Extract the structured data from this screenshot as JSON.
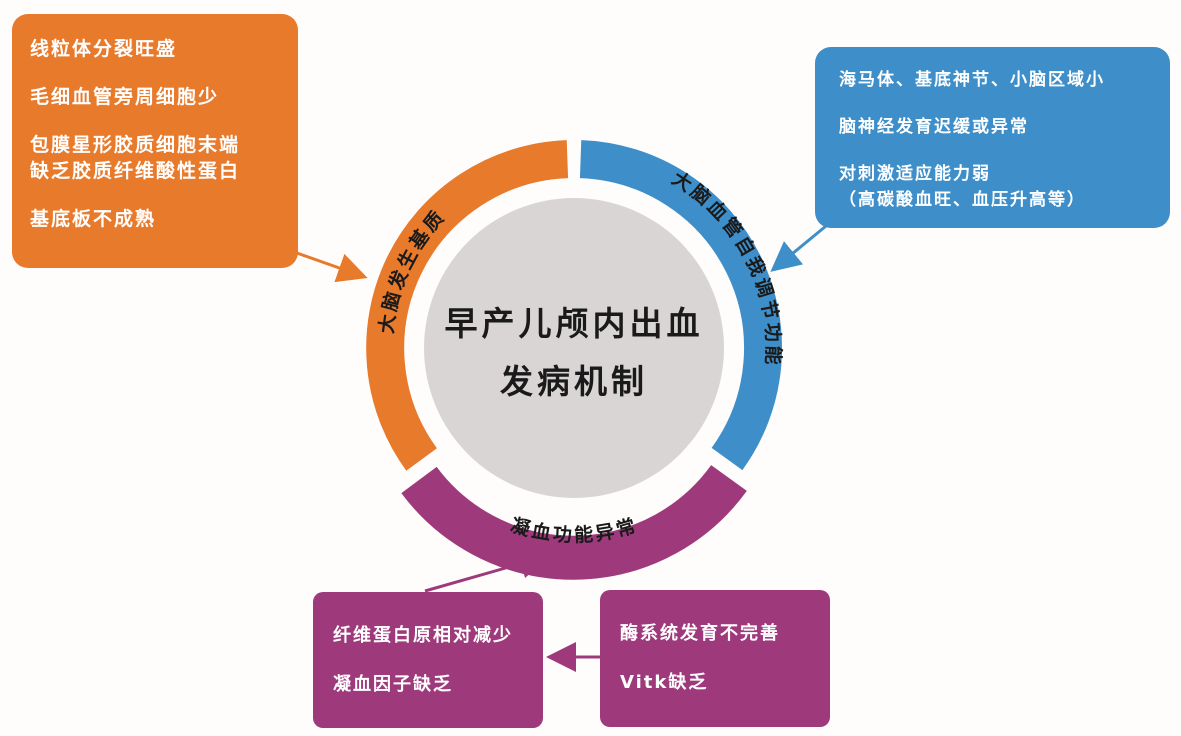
{
  "center": {
    "line1": "早产儿颅内出血",
    "line2": "发病机制"
  },
  "ring": {
    "orange_label": "大脑发生基质",
    "blue_label": "大脑血管自我调节功能",
    "purple_label": "凝血功能异常"
  },
  "orange_box": {
    "items": [
      "线粒体分裂旺盛",
      "毛细血管旁周细胞少",
      "包膜星形胶质细胞末端",
      "缺乏胶质纤维酸性蛋白",
      "基底板不成熟"
    ]
  },
  "blue_box": {
    "items": [
      "海马体、基底神节、小脑区域小",
      "脑神经发育迟缓或异常",
      "对刺激适应能力弱",
      "（高碳酸血旺、血压升高等）"
    ]
  },
  "purple_left_box": {
    "items": [
      "纤维蛋白原相对减少",
      "凝血因子缺乏"
    ]
  },
  "purple_right_box": {
    "items": [
      "酶系统发育不完善",
      "Vitk缺乏"
    ]
  },
  "colors": {
    "orange": "#E87A2C",
    "blue": "#3E8FC9",
    "purple": "#9E3A7C",
    "grey": "#D9D5D4"
  }
}
